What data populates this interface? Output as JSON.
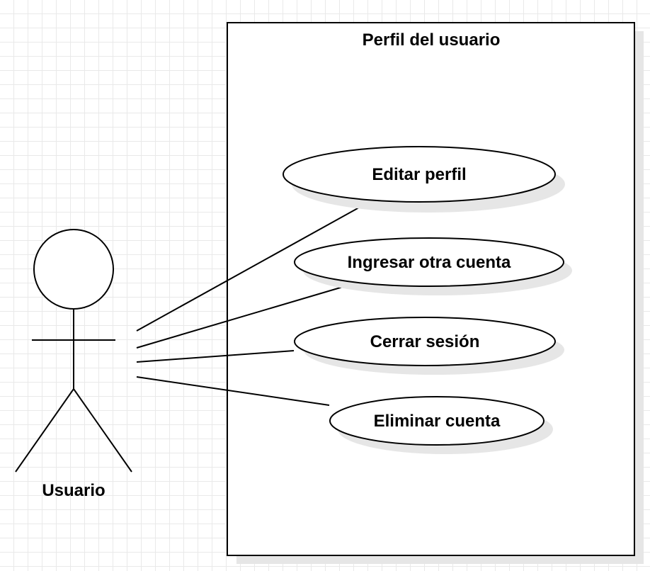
{
  "system": {
    "title": "Perfil del usuario"
  },
  "actor": {
    "name": "Usuario"
  },
  "use_cases": [
    {
      "label": "Editar perfil"
    },
    {
      "label": "Ingresar otra cuenta"
    },
    {
      "label": "Cerrar sesión"
    },
    {
      "label": "Eliminar cuenta"
    }
  ],
  "associations": [
    {
      "from": "Usuario",
      "to": "Editar perfil"
    },
    {
      "from": "Usuario",
      "to": "Ingresar otra cuenta"
    },
    {
      "from": "Usuario",
      "to": "Cerrar sesión"
    },
    {
      "from": "Usuario",
      "to": "Eliminar cuenta"
    }
  ],
  "colors": {
    "stroke": "#000000",
    "fill": "#ffffff",
    "shadow": "#e6e6e6",
    "grid": "#e9e9e9"
  }
}
